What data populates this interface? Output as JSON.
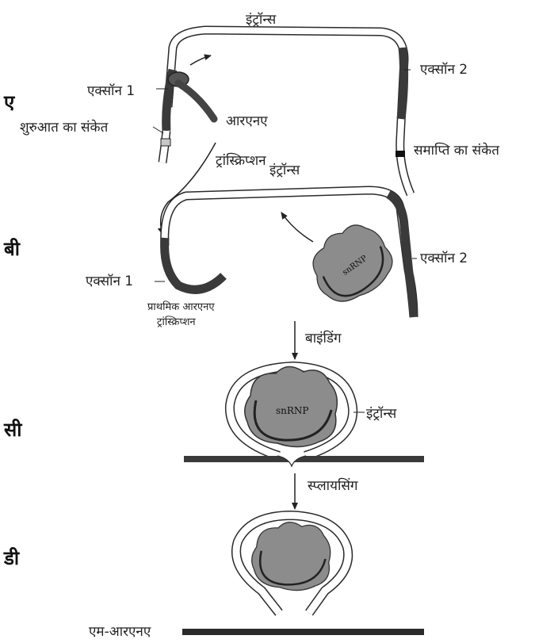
{
  "stages": {
    "a": "ए",
    "b": "बी",
    "c": "सी",
    "d": "डी"
  },
  "labels": {
    "intron": "इंट्रॉन्स",
    "exon1": "एक्सॉन 1",
    "exon2": "एक्सॉन 2",
    "start_signal": "शुरुआत का संकेत",
    "end_signal": "समाप्ति का संकेत",
    "rna": "आरएनए",
    "transcription": "ट्रांस्क्रिप्शन",
    "primary_rna_line1": "प्राथमिक आरएनए",
    "primary_rna_line2": "ट्रांस्क्रिप्शन",
    "binding": "बाइंडिंग",
    "splicing": "स्प्लायसिंग",
    "mrna": "एम-आरएनए",
    "snrnp": "snRNP"
  },
  "colors": {
    "exon": "#3a3a3a",
    "intron_fill": "#ffffff",
    "strand_edge": "#2a2a2a",
    "snrnp_fill": "#8c8c8c",
    "signal": "#c8c8c8",
    "text": "#222222"
  }
}
